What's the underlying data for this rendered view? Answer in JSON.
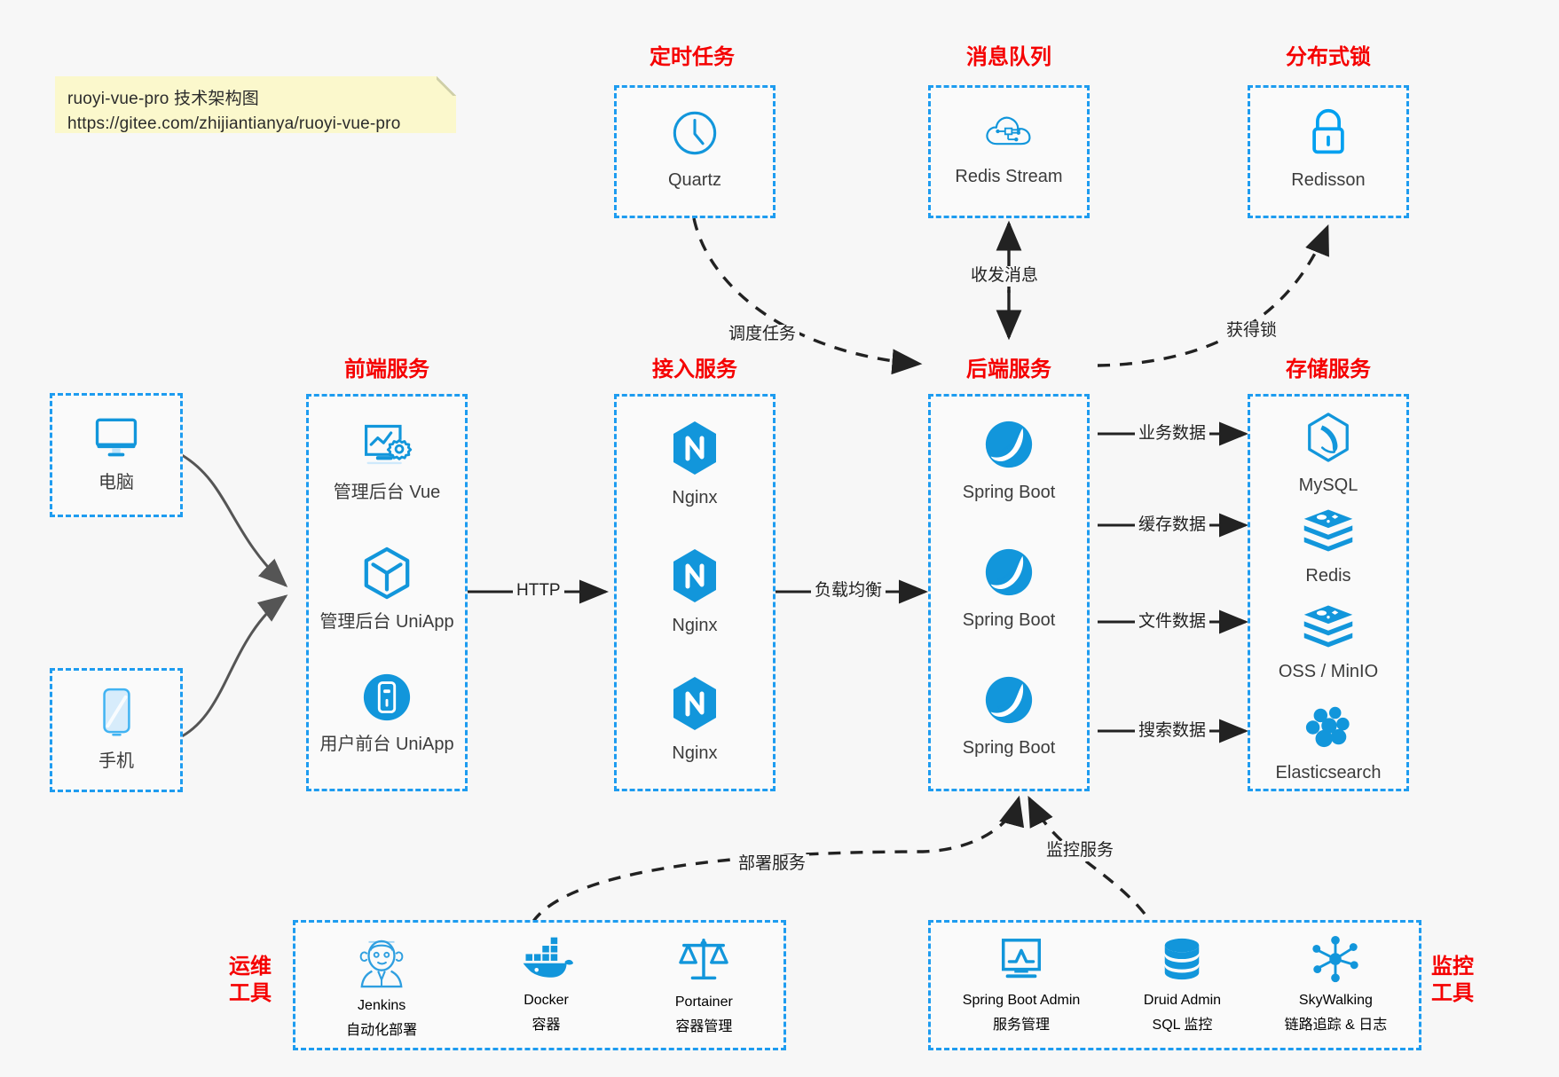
{
  "note": {
    "line1": "ruoyi-vue-pro 技术架构图",
    "line2": "https://gitee.com/zhijiantianya/ruoyi-vue-pro"
  },
  "colors": {
    "accent_blue": "#1e9cf0",
    "icon_blue": "#1296db",
    "title_red": "#f50000",
    "background": "#f7f7f7",
    "note_yellow": "#fbf8cc",
    "arrow_gray": "#555555",
    "arrow_dark": "#222222"
  },
  "groups": {
    "scheduler": {
      "title": "定时任务",
      "items": [
        {
          "label": "Quartz",
          "icon": "clock-icon"
        }
      ]
    },
    "mq": {
      "title": "消息队列",
      "items": [
        {
          "label": "Redis Stream",
          "icon": "cloud-network-icon"
        }
      ]
    },
    "lock": {
      "title": "分布式锁",
      "items": [
        {
          "label": "Redisson",
          "icon": "lock-icon"
        }
      ]
    },
    "clients": {
      "items": [
        {
          "label": "电脑",
          "icon": "desktop-monitor-icon"
        },
        {
          "label": "手机",
          "icon": "smartphone-icon"
        }
      ]
    },
    "frontend": {
      "title": "前端服务",
      "items": [
        {
          "label": "管理后台 Vue",
          "icon": "dashboard-gear-icon"
        },
        {
          "label": "管理后台 UniApp",
          "icon": "hexagon-cube-icon"
        },
        {
          "label": "用户前台 UniApp",
          "icon": "mobile-app-icon"
        }
      ]
    },
    "gateway": {
      "title": "接入服务",
      "items": [
        {
          "label": "Nginx",
          "icon": "nginx-icon"
        },
        {
          "label": "Nginx",
          "icon": "nginx-icon"
        },
        {
          "label": "Nginx",
          "icon": "nginx-icon"
        }
      ]
    },
    "backend": {
      "title": "后端服务",
      "items": [
        {
          "label": "Spring Boot",
          "icon": "spring-leaf-icon"
        },
        {
          "label": "Spring Boot",
          "icon": "spring-leaf-icon"
        },
        {
          "label": "Spring Boot",
          "icon": "spring-leaf-icon"
        }
      ]
    },
    "storage": {
      "title": "存储服务",
      "items": [
        {
          "label": "MySQL",
          "icon": "mysql-dolphin-icon"
        },
        {
          "label": "Redis",
          "icon": "redis-stack-icon"
        },
        {
          "label": "OSS / MinIO",
          "icon": "object-storage-icon"
        },
        {
          "label": "Elasticsearch",
          "icon": "elasticsearch-icon"
        }
      ]
    },
    "devops": {
      "title": "运维\n工具",
      "title_line1": "运维",
      "title_line2": "工具",
      "items": [
        {
          "label": "Jenkins",
          "sublabel": "自动化部署",
          "icon": "jenkins-butler-icon"
        },
        {
          "label": "Docker",
          "sublabel": "容器",
          "icon": "docker-whale-icon"
        },
        {
          "label": "Portainer",
          "sublabel": "容器管理",
          "icon": "scales-balance-icon"
        }
      ]
    },
    "monitor": {
      "title_line1": "监控",
      "title_line2": "工具",
      "items": [
        {
          "label": "Spring Boot Admin",
          "sublabel": "服务管理",
          "icon": "monitor-chart-icon"
        },
        {
          "label": "Druid Admin",
          "sublabel": "SQL 监控",
          "icon": "database-cylinder-icon"
        },
        {
          "label": "SkyWalking",
          "sublabel": "链路追踪 & 日志",
          "icon": "skywalking-nodes-icon"
        }
      ]
    }
  },
  "edges": [
    {
      "id": "http",
      "label": "HTTP"
    },
    {
      "id": "load-balance",
      "label": "负载均衡"
    },
    {
      "id": "schedule-task",
      "label": "调度任务"
    },
    {
      "id": "send-receive-message",
      "label": "收发消息"
    },
    {
      "id": "acquire-lock",
      "label": "获得锁"
    },
    {
      "id": "business-data",
      "label": "业务数据"
    },
    {
      "id": "cache-data",
      "label": "缓存数据"
    },
    {
      "id": "file-data",
      "label": "文件数据"
    },
    {
      "id": "search-data",
      "label": "搜索数据"
    },
    {
      "id": "deploy-service",
      "label": "部署服务"
    },
    {
      "id": "monitor-service",
      "label": "监控服务"
    }
  ]
}
